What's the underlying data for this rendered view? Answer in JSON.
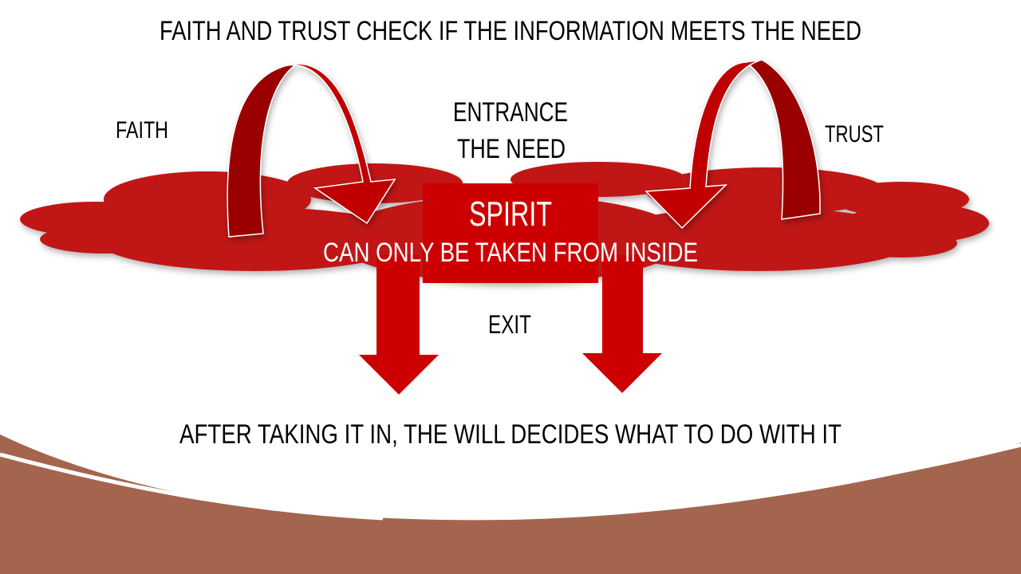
{
  "title": "FAITH AND TRUST CHECK IF THE INFORMATION MEETS THE NEED",
  "labels": {
    "faith": "FAITH",
    "trust": "TRUST",
    "entrance": "ENTRANCE",
    "the_need": "THE NEED",
    "spirit": "SPIRIT",
    "spirit_sub": "CAN ONLY BE TAKEN FROM INSIDE",
    "exit": "EXIT"
  },
  "footer_text": "AFTER TAKING IT IN, THE WILL DECIDES WHAT TO DO WITH IT",
  "colors": {
    "cloud": "#c01818",
    "arrow": "#c00000",
    "arrow_dark": "#9a0000",
    "spirit_box": "#cc0000",
    "footer_band": "#a3654e"
  }
}
